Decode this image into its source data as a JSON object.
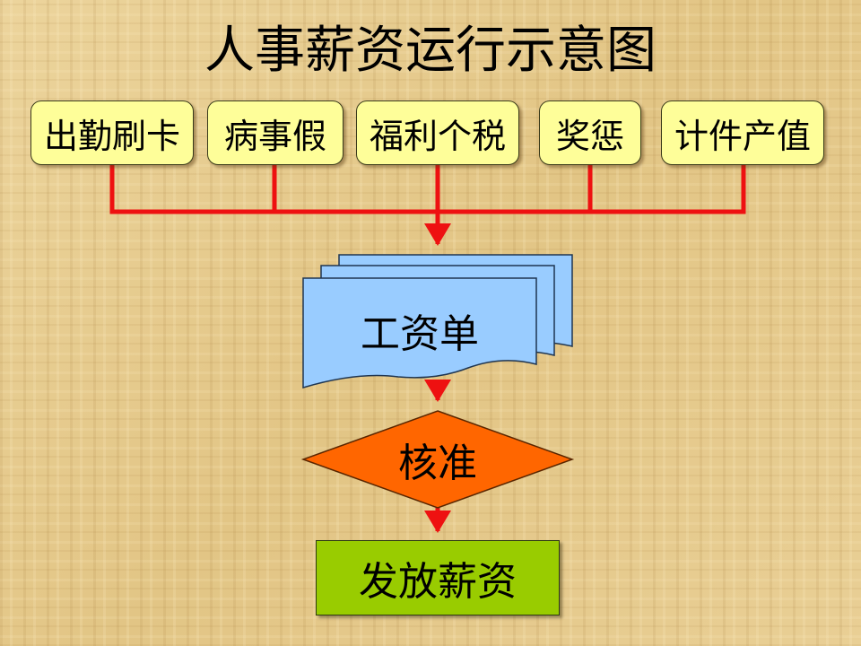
{
  "slide": {
    "title": "人事薪资运行示意图"
  },
  "inputs": [
    "出勤刷卡",
    "病事假",
    "福利个税",
    "奖惩",
    "计件产值"
  ],
  "document_node": "工资单",
  "decision_node": "核准",
  "output_node": "发放薪资",
  "colors": {
    "background": "#e6cb91",
    "input_fill": "#fefe99",
    "connector": "#ee1111",
    "document_fill": "#99ccff",
    "decision_fill": "#ff6600",
    "output_fill": "#99cc00"
  }
}
